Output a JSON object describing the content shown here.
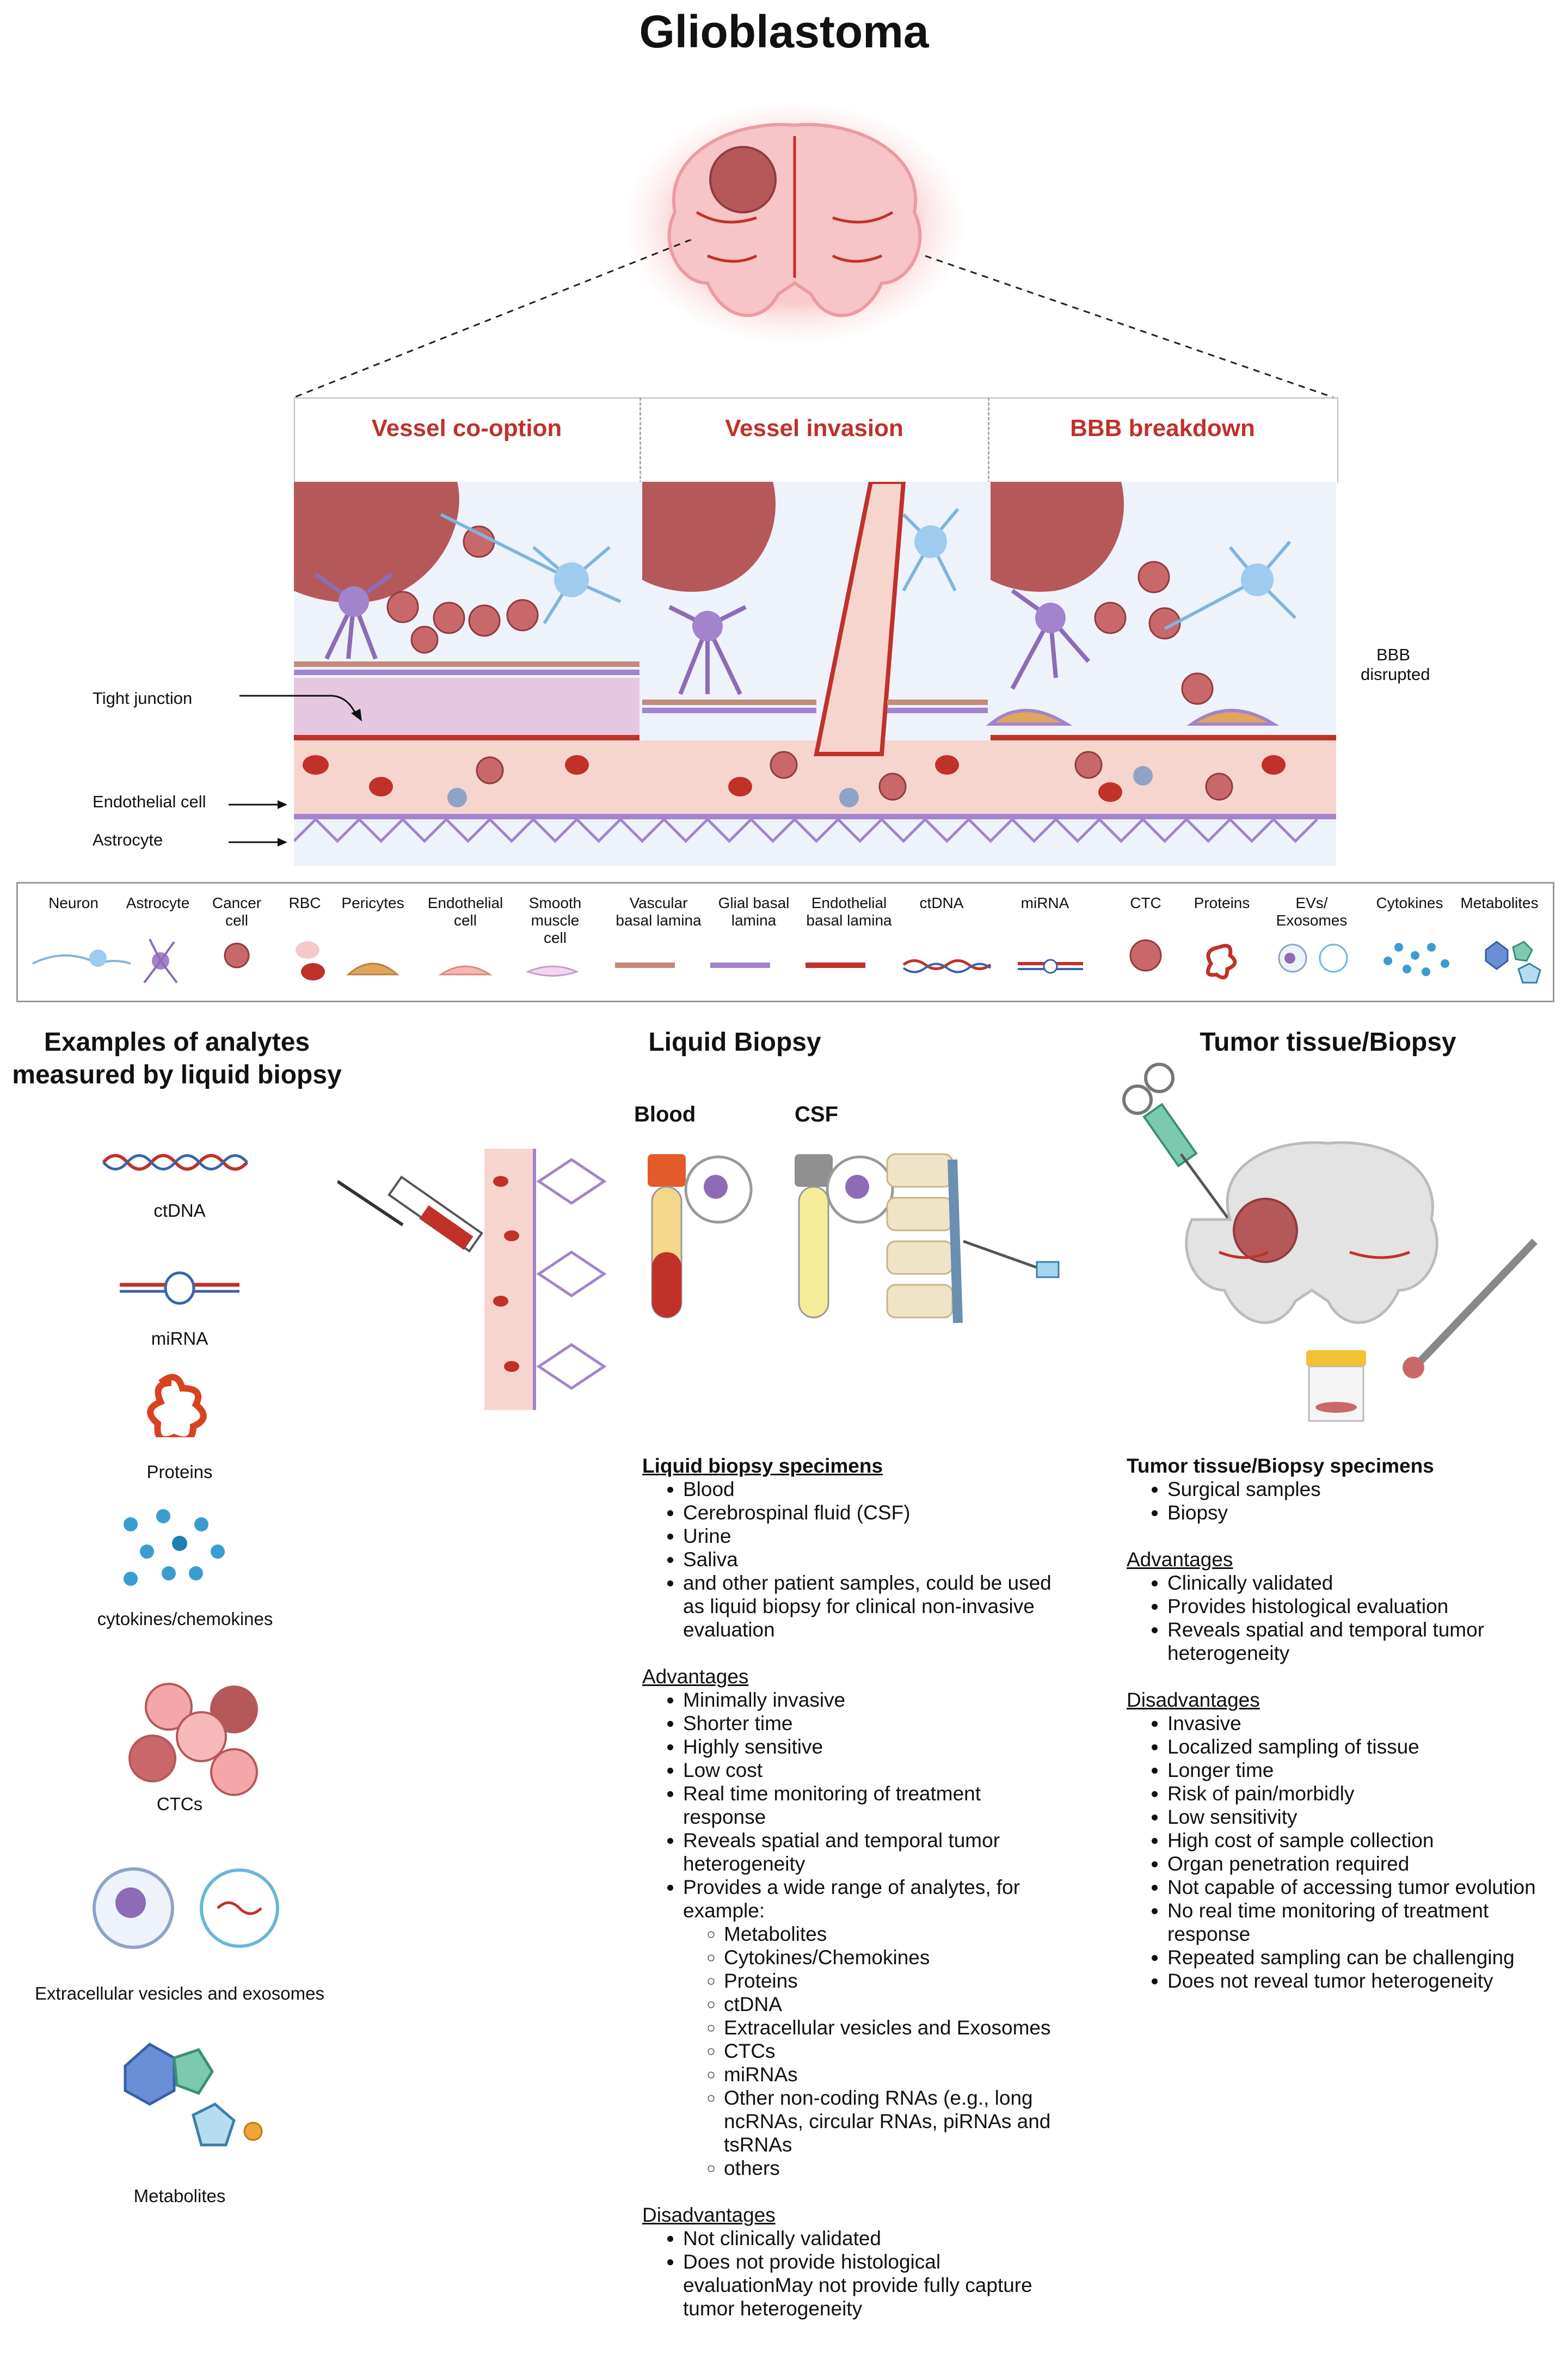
{
  "title": "Glioblastoma",
  "panels": {
    "p1": "Vessel co-option",
    "p2": "Vessel invasion",
    "p3": "BBB breakdown"
  },
  "annotations": {
    "tight_junction": "Tight junction",
    "endothelial_cell": "Endothelial cell",
    "astrocyte": "Astrocyte",
    "bbb_disrupted_1": "BBB",
    "bbb_disrupted_2": "disrupted"
  },
  "legend": {
    "neuron": "Neuron",
    "astrocyte": "Astrocyte",
    "cancer_cell_1": "Cancer",
    "cancer_cell_2": "cell",
    "rbc": "RBC",
    "pericytes": "Pericytes",
    "endothelial_1": "Endothelial",
    "endothelial_2": "cell",
    "smooth_1": "Smooth",
    "smooth_2": "muscle",
    "smooth_3": "cell",
    "vascular_1": "Vascular",
    "vascular_2": "basal lamina",
    "glial_1": "Glial basal",
    "glial_2": "lamina",
    "endo_bl_1": "Endothelial",
    "endo_bl_2": "basal lamina",
    "ctdna": "ctDNA",
    "mirna": "miRNA",
    "ctc": "CTC",
    "proteins": "Proteins",
    "evs_1": "EVs/",
    "evs_2": "Exosomes",
    "cytokines": "Cytokines",
    "metabolites": "Metabolites"
  },
  "sections": {
    "examples_1": "Examples of analytes",
    "examples_2": "measured by liquid biopsy",
    "liquid": "Liquid Biopsy",
    "tumor": "Tumor tissue/Biopsy",
    "blood": "Blood",
    "csf": "CSF"
  },
  "analytes": {
    "ctdna": "ctDNA",
    "mirna": "miRNA",
    "proteins": "Proteins",
    "cytokines": "cytokines/chemokines",
    "ctcs": "CTCs",
    "evs": "Extracellular vesicles and exosomes",
    "metabolites": "Metabolites"
  },
  "liquid_text": {
    "specimens_header": "Liquid biopsy specimens",
    "specimens": [
      "Blood",
      "Cerebrospinal fluid (CSF)",
      "Urine",
      "Saliva",
      "and other patient samples, could be used as liquid biopsy for clinical non-invasive evaluation"
    ],
    "adv_header": "Advantages",
    "advantages": [
      "Minimally invasive",
      "Shorter time",
      "Highly sensitive",
      "Low cost",
      "Real time monitoring of treatment response",
      "Reveals spatial and temporal tumor heterogeneity",
      "Provides a wide range of analytes, for example:"
    ],
    "analyte_examples": [
      "Metabolites",
      "Cytokines/Chemokines",
      "Proteins",
      "ctDNA",
      "Extracellular vesicles and Exosomes",
      "CTCs",
      "miRNAs",
      "Other non-coding RNAs (e.g., long ncRNAs, circular RNAs, piRNAs and tsRNAs",
      "others"
    ],
    "dis_header": "Disadvantages",
    "disadvantages": [
      "Not clinically validated",
      "Does not provide histological evaluationMay not provide fully capture tumor heterogeneity"
    ]
  },
  "tumor_text": {
    "specimens_header": "Tumor  tissue/Biopsy specimens",
    "specimens": [
      "Surgical samples",
      "Biopsy"
    ],
    "adv_header": "Advantages",
    "advantages": [
      "Clinically validated",
      "Provides histological evaluation",
      "Reveals spatial and temporal tumor heterogeneity"
    ],
    "dis_header": "Disadvantages",
    "disadvantages": [
      "Invasive",
      "Localized sampling of tissue",
      "Longer time",
      "Risk of pain/morbidly",
      "Low sensitivity",
      "High cost of sample collection",
      "Organ penetration required",
      "Not capable of accessing tumor evolution",
      "No real time monitoring of treatment response",
      "Repeated sampling can be challenging",
      "Does not reveal tumor heterogeneity"
    ]
  },
  "colors": {
    "title_red": "#c0312a",
    "cancer": "#b5585a",
    "astro": "#8e6bb5",
    "neuron": "#7fb4de",
    "endo": "#f4c6c0"
  }
}
